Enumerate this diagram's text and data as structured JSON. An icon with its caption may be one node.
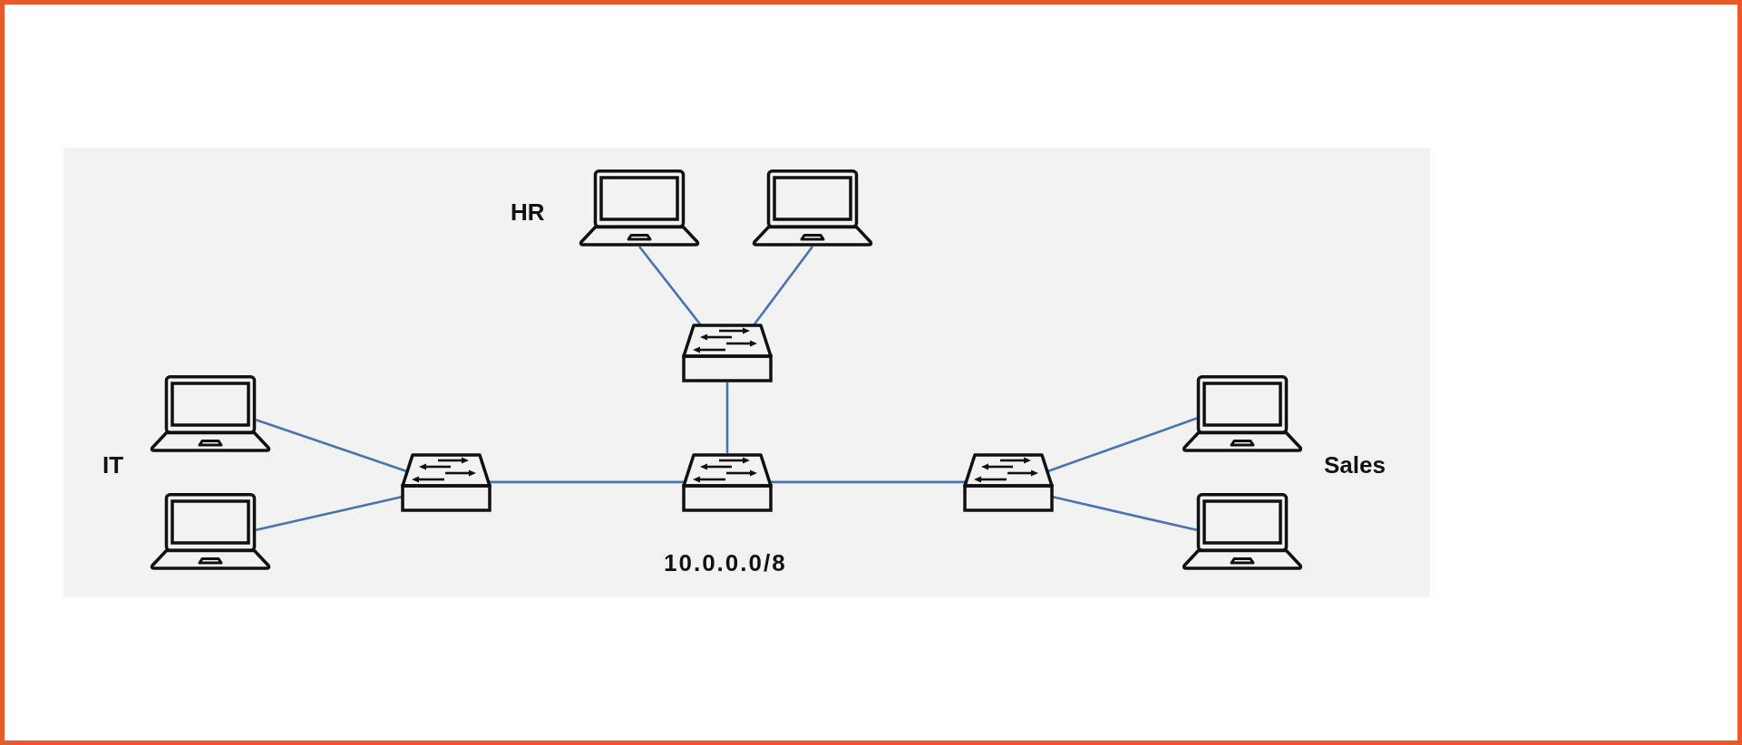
{
  "diagram": {
    "nodes": [
      {
        "text": [],
        "shape": "laptop"
      },
      {
        "text": [],
        "shape": "laptop"
      },
      {
        "text": [],
        "shape": "switch"
      },
      {
        "text": [],
        "shape": "laptop"
      },
      {
        "text": [],
        "shape": "laptop"
      },
      {
        "text": [],
        "shape": "switch"
      },
      {
        "text": [],
        "shape": "switch"
      },
      {
        "text": [],
        "shape": "switch"
      },
      {
        "text": [],
        "shape": "laptop"
      },
      {
        "text": [],
        "shape": "laptop"
      }
    ],
    "edges": [
      {
        "from": 0,
        "to": 2,
        "arrow": "none"
      },
      {
        "from": 1,
        "to": 2,
        "arrow": "none"
      },
      {
        "from": 3,
        "to": 5,
        "arrow": "none"
      },
      {
        "from": 4,
        "to": 5,
        "arrow": "none"
      },
      {
        "from": 2,
        "to": 6,
        "arrow": "none"
      },
      {
        "from": 5,
        "to": 6,
        "arrow": "none"
      },
      {
        "from": 6,
        "to": 7,
        "arrow": "none"
      },
      {
        "from": 7,
        "to": 8,
        "arrow": "none"
      },
      {
        "from": 7,
        "to": 9,
        "arrow": "none"
      }
    ],
    "labels": [
      "HR",
      "IT",
      "Sales",
      "10.0.0.0/8"
    ]
  }
}
